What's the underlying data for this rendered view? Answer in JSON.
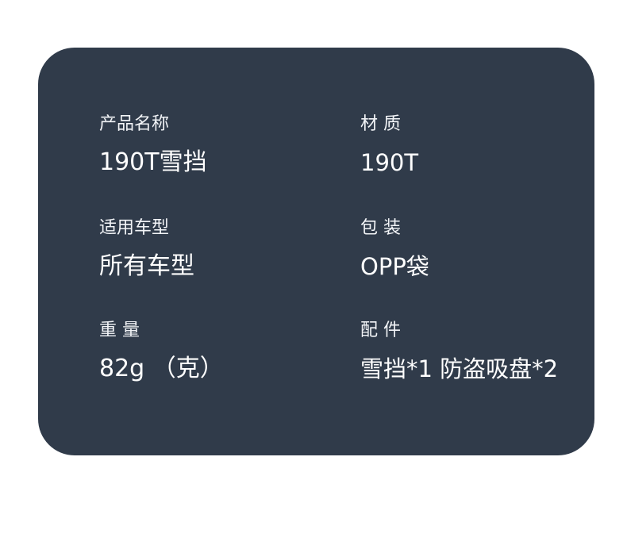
{
  "spec_card": {
    "fields": [
      {
        "label": "产品名称",
        "value": "190T雪挡"
      },
      {
        "label": "材  质",
        "value": "190T"
      },
      {
        "label": "适用车型",
        "value": "所有车型"
      },
      {
        "label": "包  装",
        "value": "OPP袋"
      },
      {
        "label": "重  量",
        "value": "82g （克）"
      },
      {
        "label": "配  件",
        "value": "雪挡*1 防盗吸盘*2"
      }
    ]
  }
}
